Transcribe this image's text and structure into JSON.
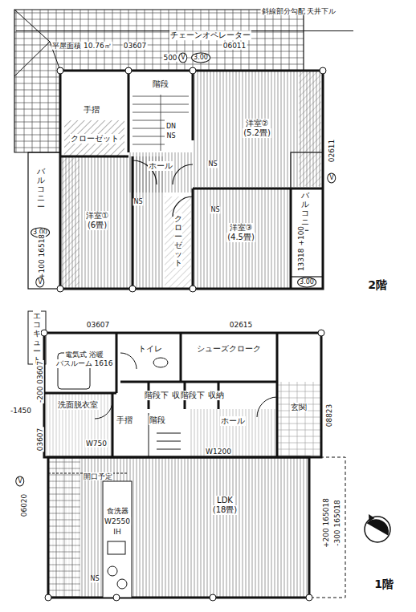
{
  "diagram": {
    "nodes": [
      {
        "text": [
          "階段"
        ]
      },
      {
        "text": [
          "手摺"
        ]
      },
      {
        "text": [
          "クローゼット"
        ]
      },
      {
        "text": [
          "ホール"
        ]
      },
      {
        "text": [
          "洋室②",
          "(5.2畳)"
        ]
      },
      {
        "text": [
          "洋室①",
          "(6畳)"
        ]
      },
      {
        "text": [
          "洋室③",
          "(4.5畳)"
        ]
      },
      {
        "text": [
          "クローゼット"
        ]
      },
      {
        "text": [
          "バルコニー"
        ]
      },
      {
        "text": [
          "バルコニー"
        ]
      },
      {
        "text": [
          "電気式 浴暖",
          "バスルーム 1616"
        ]
      },
      {
        "text": [
          "トイレ"
        ]
      },
      {
        "text": [
          "シューズクローク"
        ]
      },
      {
        "text": [
          "階段下 収納"
        ]
      },
      {
        "text": [
          "階段下 収納"
        ]
      },
      {
        "text": [
          "洗面脱衣室"
        ]
      },
      {
        "text": [
          "手摺"
        ]
      },
      {
        "text": [
          "階段"
        ]
      },
      {
        "text": [
          "ホール"
        ]
      },
      {
        "text": [
          "玄関"
        ]
      },
      {
        "text": [
          "LDK",
          "(18畳)"
        ]
      },
      {
        "text": [
          "エコキュート"
        ]
      }
    ],
    "labels": [
      "斜線部分勾配 天井下ル",
      "チェーンオペレーター",
      "平屋面積 10.76㎡",
      "03607",
      "06011",
      "500",
      "V",
      "3.00",
      "DN",
      "NS",
      "NS",
      "NS",
      "NS",
      "02611",
      "V",
      "3.00",
      "+100 16518",
      "V",
      "13318 +100",
      "3.00",
      "2階",
      "03607",
      "02615",
      "-200 03607",
      "-1450",
      "03607",
      "W750",
      "W1200",
      "08823",
      "開口予定",
      "V",
      "06020",
      "+200 165018",
      "-300 165018",
      "食洗器",
      "W2550",
      "IH",
      "NS",
      "1階"
    ]
  }
}
